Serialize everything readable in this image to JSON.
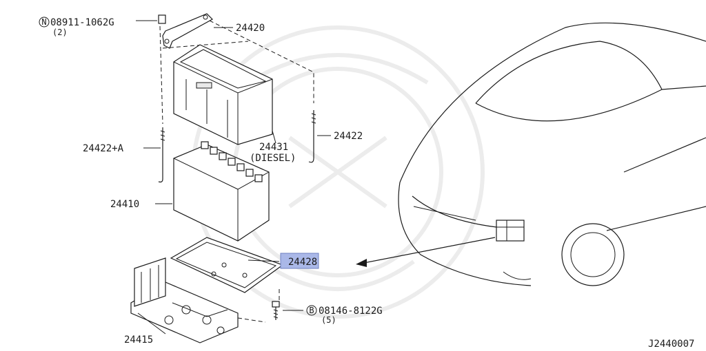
{
  "labels": {
    "nut_part": "08911-1062G",
    "nut_prefix": "N",
    "nut_qty": "(2)",
    "clamp": "24420",
    "rod_a": "24422+A",
    "rod": "24422",
    "cover": "24431",
    "cover_note": "(DIESEL)",
    "battery": "24410",
    "tray": "24428",
    "bracket": "24415",
    "bolt_part": "08146-8122G",
    "bolt_prefix": "B",
    "bolt_qty": "(5)",
    "diagram_code": "J2440007"
  },
  "colors": {
    "highlight": "#aab8e8",
    "line": "#1a1a1a",
    "watermark": "#ececec"
  }
}
